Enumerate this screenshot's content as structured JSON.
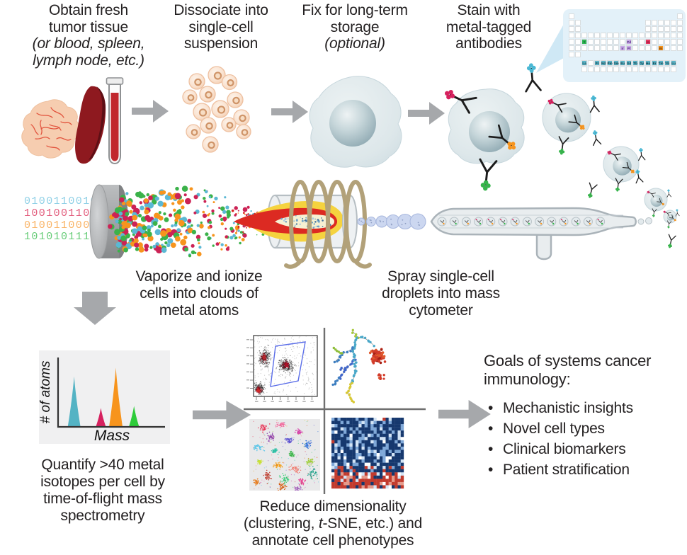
{
  "figure": {
    "background": "#ffffff",
    "text_color": "#242122",
    "arrow_color": "#a6a8ab"
  },
  "steps": [
    {
      "id": "obtain",
      "lines": [
        "Obtain fresh",
        "tumor tissue"
      ],
      "italic_lines": [
        "(or blood, spleen,",
        "lymph node, etc.)"
      ]
    },
    {
      "id": "dissociate",
      "lines": [
        "Dissociate into",
        "single-cell",
        "suspension"
      ],
      "italic_lines": []
    },
    {
      "id": "fix",
      "lines": [
        "Fix for long-term",
        "storage"
      ],
      "italic_lines": [
        "(optional)"
      ]
    },
    {
      "id": "stain",
      "lines": [
        "Stain with",
        "metal-tagged",
        "antibodies"
      ],
      "italic_lines": []
    }
  ],
  "captions": {
    "vaporize": [
      "Vaporize and ionize",
      "cells into clouds of",
      "metal atoms"
    ],
    "spray": [
      "Spray single-cell",
      "droplets into mass",
      "cytometer"
    ],
    "quantify": [
      "Quantify >40 metal",
      "isotopes per cell by",
      "time-of-flight mass",
      "spectrometry"
    ],
    "reduce_line1": "Reduce dimensionality",
    "reduce_line2_pre": "(clustering, ",
    "reduce_line2_italic": "t",
    "reduce_line2_post": "-SNE, etc.) and",
    "reduce_line3": "annotate cell phenotypes"
  },
  "binary_stream": {
    "lines": [
      {
        "text": "0100110010",
        "color": "#8fd0e6"
      },
      {
        "text": "1001001101",
        "color": "#e25c7c"
      },
      {
        "text": "0100110001",
        "color": "#f9b365"
      },
      {
        "text": "1010101110",
        "color": "#66cc77"
      }
    ]
  },
  "periodic_table": {
    "balloon_color": "#e3f1f9",
    "empty_cell_color": "#ffffff",
    "cell_border_color": "#d9dddf",
    "highlights": [
      {
        "symbol": "Y",
        "row": 5,
        "col": 3,
        "bg": "#2db553",
        "fg": "#0e5b27"
      },
      {
        "symbol": "Pd",
        "row": 5,
        "col": 10,
        "bg": "#c9a8e8",
        "fg": "#53327c"
      },
      {
        "symbol": "In",
        "row": 5,
        "col": 13,
        "bg": "#e73862",
        "fg": "#70102a"
      },
      {
        "symbol": "Ir",
        "row": 6,
        "col": 9,
        "bg": "#c9a8e8",
        "fg": "#53327c"
      },
      {
        "symbol": "Pt",
        "row": 6,
        "col": 10,
        "bg": "#c9a8e8",
        "fg": "#53327c"
      },
      {
        "symbol": "Bi",
        "row": 6,
        "col": 15,
        "bg": "#f7941d",
        "fg": "#6e3c05"
      }
    ],
    "lanthanide_row": [
      "La",
      "",
      "Pr",
      "Nd",
      "Pm",
      "Sm",
      "Eu",
      "Gd",
      "Tb",
      "Dy",
      "Ho",
      "Er",
      "Tm",
      "Yb",
      "Lu"
    ],
    "lanthanide_bg": "#5cb3c6",
    "lanthanide_fg": "#123f49"
  },
  "spectrum": {
    "panel_color": "#f0f0f1",
    "ylabel": "# of atoms",
    "xlabel": "Mass",
    "peaks": [
      {
        "color": "#54b3c4",
        "rel_x": 0.15,
        "rel_height": 0.75
      },
      {
        "color": "#d6215e",
        "rel_x": 0.4,
        "rel_height": 0.28
      },
      {
        "color": "#f7941d",
        "rel_x": 0.54,
        "rel_height": 0.88
      },
      {
        "color": "#2ecc3a",
        "rel_x": 0.71,
        "rel_height": 0.31
      }
    ]
  },
  "goals": {
    "title_lines": [
      "Goals of systems cancer",
      "immunology:"
    ],
    "bullets": [
      "Mechanistic insights",
      "Novel cell types",
      "Clinical biomarkers",
      "Patient stratification"
    ]
  },
  "palettes": {
    "antibody_tags": {
      "crimson": "#d6215e",
      "orange": "#f7941d",
      "green": "#35b44a",
      "blue": "#4ab8d4"
    },
    "atom_cloud": [
      "#3bb24a",
      "#cc2255",
      "#f7941d",
      "#5bb8d4"
    ],
    "flame_specks": [
      "#6fa3c9",
      "#41729e",
      "#a8c9df"
    ],
    "flow_gate": "#5b6ee8",
    "spade": {
      "teal": "#4aa8c9",
      "blue": "#3d7fc1",
      "indigo": "#4066c9",
      "lime": "#a8c93c",
      "green": "#8fbe3a",
      "yellow": "#d8c832",
      "red": "#d23b2a",
      "darkred": "#a32014",
      "orange": "#e05a2d",
      "link": "#8a8a8a"
    },
    "tsne": [
      "#e8274b",
      "#f2689c",
      "#d63fa8",
      "#8e44ad",
      "#5a4fcf",
      "#2e6fd8",
      "#4fc3e8",
      "#2abfa3",
      "#3cb54a",
      "#9acd32",
      "#c9e034",
      "#f39c12",
      "#f0776a",
      "#c0392b",
      "#2ecc71",
      "#e84393",
      "#e67e22",
      "#16a085",
      "#d35400",
      "#a569bd"
    ],
    "heatmap": {
      "navy": "#16386e",
      "mid": "#7fa8d8",
      "light": "#d3e4f5",
      "white": "#ffffff",
      "red": "#c23b2e",
      "salmon": "#e59a8b"
    }
  }
}
